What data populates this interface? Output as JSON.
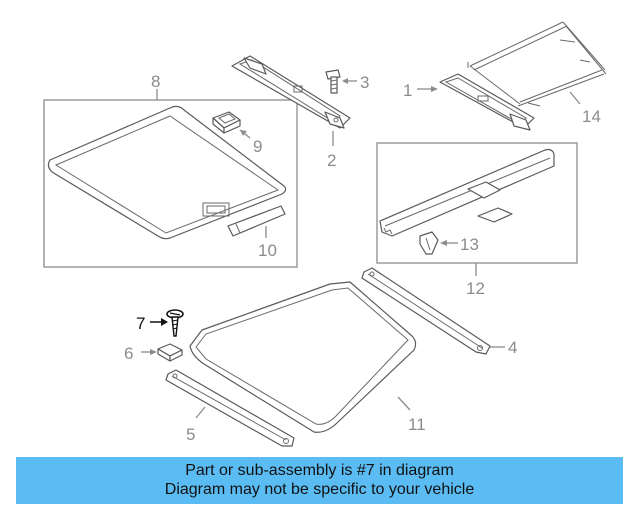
{
  "callouts": [
    {
      "id": "1",
      "label": "1"
    },
    {
      "id": "2",
      "label": "2"
    },
    {
      "id": "3",
      "label": "3"
    },
    {
      "id": "4",
      "label": "4"
    },
    {
      "id": "5",
      "label": "5"
    },
    {
      "id": "6",
      "label": "6"
    },
    {
      "id": "7",
      "label": "7",
      "highlighted": true
    },
    {
      "id": "8",
      "label": "8"
    },
    {
      "id": "9",
      "label": "9"
    },
    {
      "id": "10",
      "label": "10"
    },
    {
      "id": "11",
      "label": "11"
    },
    {
      "id": "12",
      "label": "12"
    },
    {
      "id": "13",
      "label": "13"
    },
    {
      "id": "14",
      "label": "14"
    }
  ],
  "banner": {
    "line1": "Part or sub-assembly is #7 in diagram",
    "line2": "Diagram may not be specific to your vehicle",
    "background_color": "#5bbcf4"
  },
  "colors": {
    "line": "#5a5a5a",
    "callout": "#8c8c8c",
    "highlight": "#111111"
  }
}
